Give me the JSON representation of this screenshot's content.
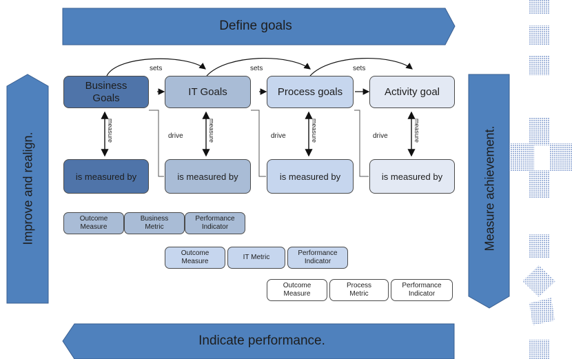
{
  "banners": {
    "top": "Define goals",
    "bottom": "Indicate performance.",
    "left": "Improve and realign.",
    "right": "Measure achievement."
  },
  "goals": [
    {
      "label": "Business Goals"
    },
    {
      "label": "IT Goals"
    },
    {
      "label": "Process goals"
    },
    {
      "label": "Activity goal"
    }
  ],
  "measured_by": [
    {
      "label": "is measured by"
    },
    {
      "label": "is measured by"
    },
    {
      "label": "is measured by"
    },
    {
      "label": "is measured by"
    }
  ],
  "sets_labels": [
    "sets",
    "sets",
    "sets"
  ],
  "measure_label": "measure",
  "drive_label": "drive",
  "metric_rows": [
    [
      "Outcome\nMeasure",
      "Business\nMetric",
      "Performance\nIndicator"
    ],
    [
      "Outcome\nMeasure",
      "IT Metric",
      "Performance\nIndicator"
    ],
    [
      "Outcome\nMeasure",
      "Process\nMetric",
      "Performance\nIndicator"
    ]
  ],
  "colors": {
    "banner": "#4f81bd",
    "level1": "#4f74a9",
    "level2": "#a9bcd6",
    "level3": "#c6d6ee",
    "level4": "#e3e9f4",
    "pattern": "#8fa8d4"
  }
}
